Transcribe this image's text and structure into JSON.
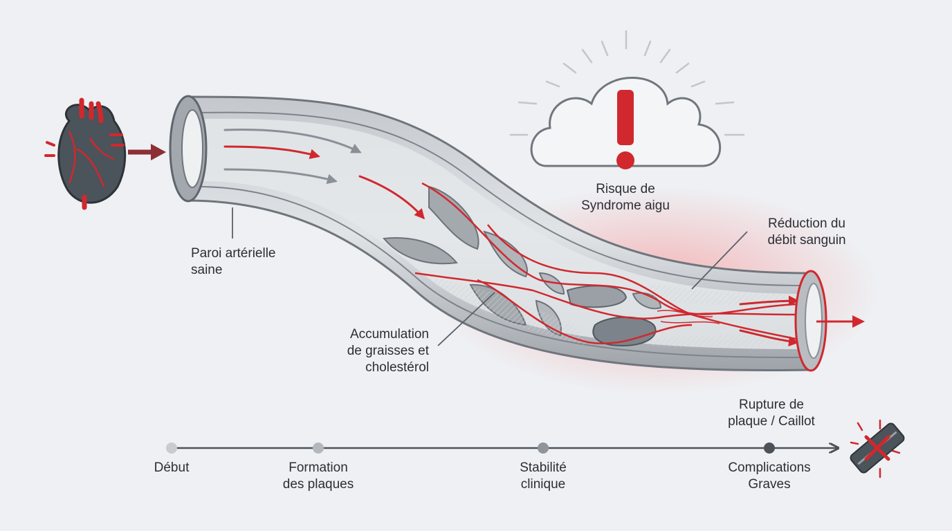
{
  "labels": {
    "paroi": [
      "Paroi artérielle",
      "saine"
    ],
    "accumulation": [
      "Accumulation",
      "de graisses et",
      "cholestérol"
    ],
    "risque": [
      "Risque de",
      "Syndrome aigu"
    ],
    "reduction": [
      "Réduction du",
      "débit sanguin"
    ],
    "rupture": [
      "Rupture de",
      "plaque / Caillot"
    ]
  },
  "timeline": {
    "stages": [
      {
        "lines": [
          "Début"
        ],
        "color": "#c8cbd0"
      },
      {
        "lines": [
          "Formation",
          "des plaques"
        ],
        "color": "#b3b8be"
      },
      {
        "lines": [
          "Stabilité",
          "clinique"
        ],
        "color": "#8f959c"
      },
      {
        "lines": [
          "Complications",
          "Graves"
        ],
        "color": "#4c525a"
      }
    ]
  },
  "colors": {
    "accent_red": "#d0282e",
    "artery_gray": "#a9aeb4",
    "heart_dark": "#4b535b",
    "plaque_gray": "#9aa0a6"
  },
  "icons": [
    "heart-icon",
    "warning-cloud-icon",
    "blocked-artery-icon"
  ]
}
